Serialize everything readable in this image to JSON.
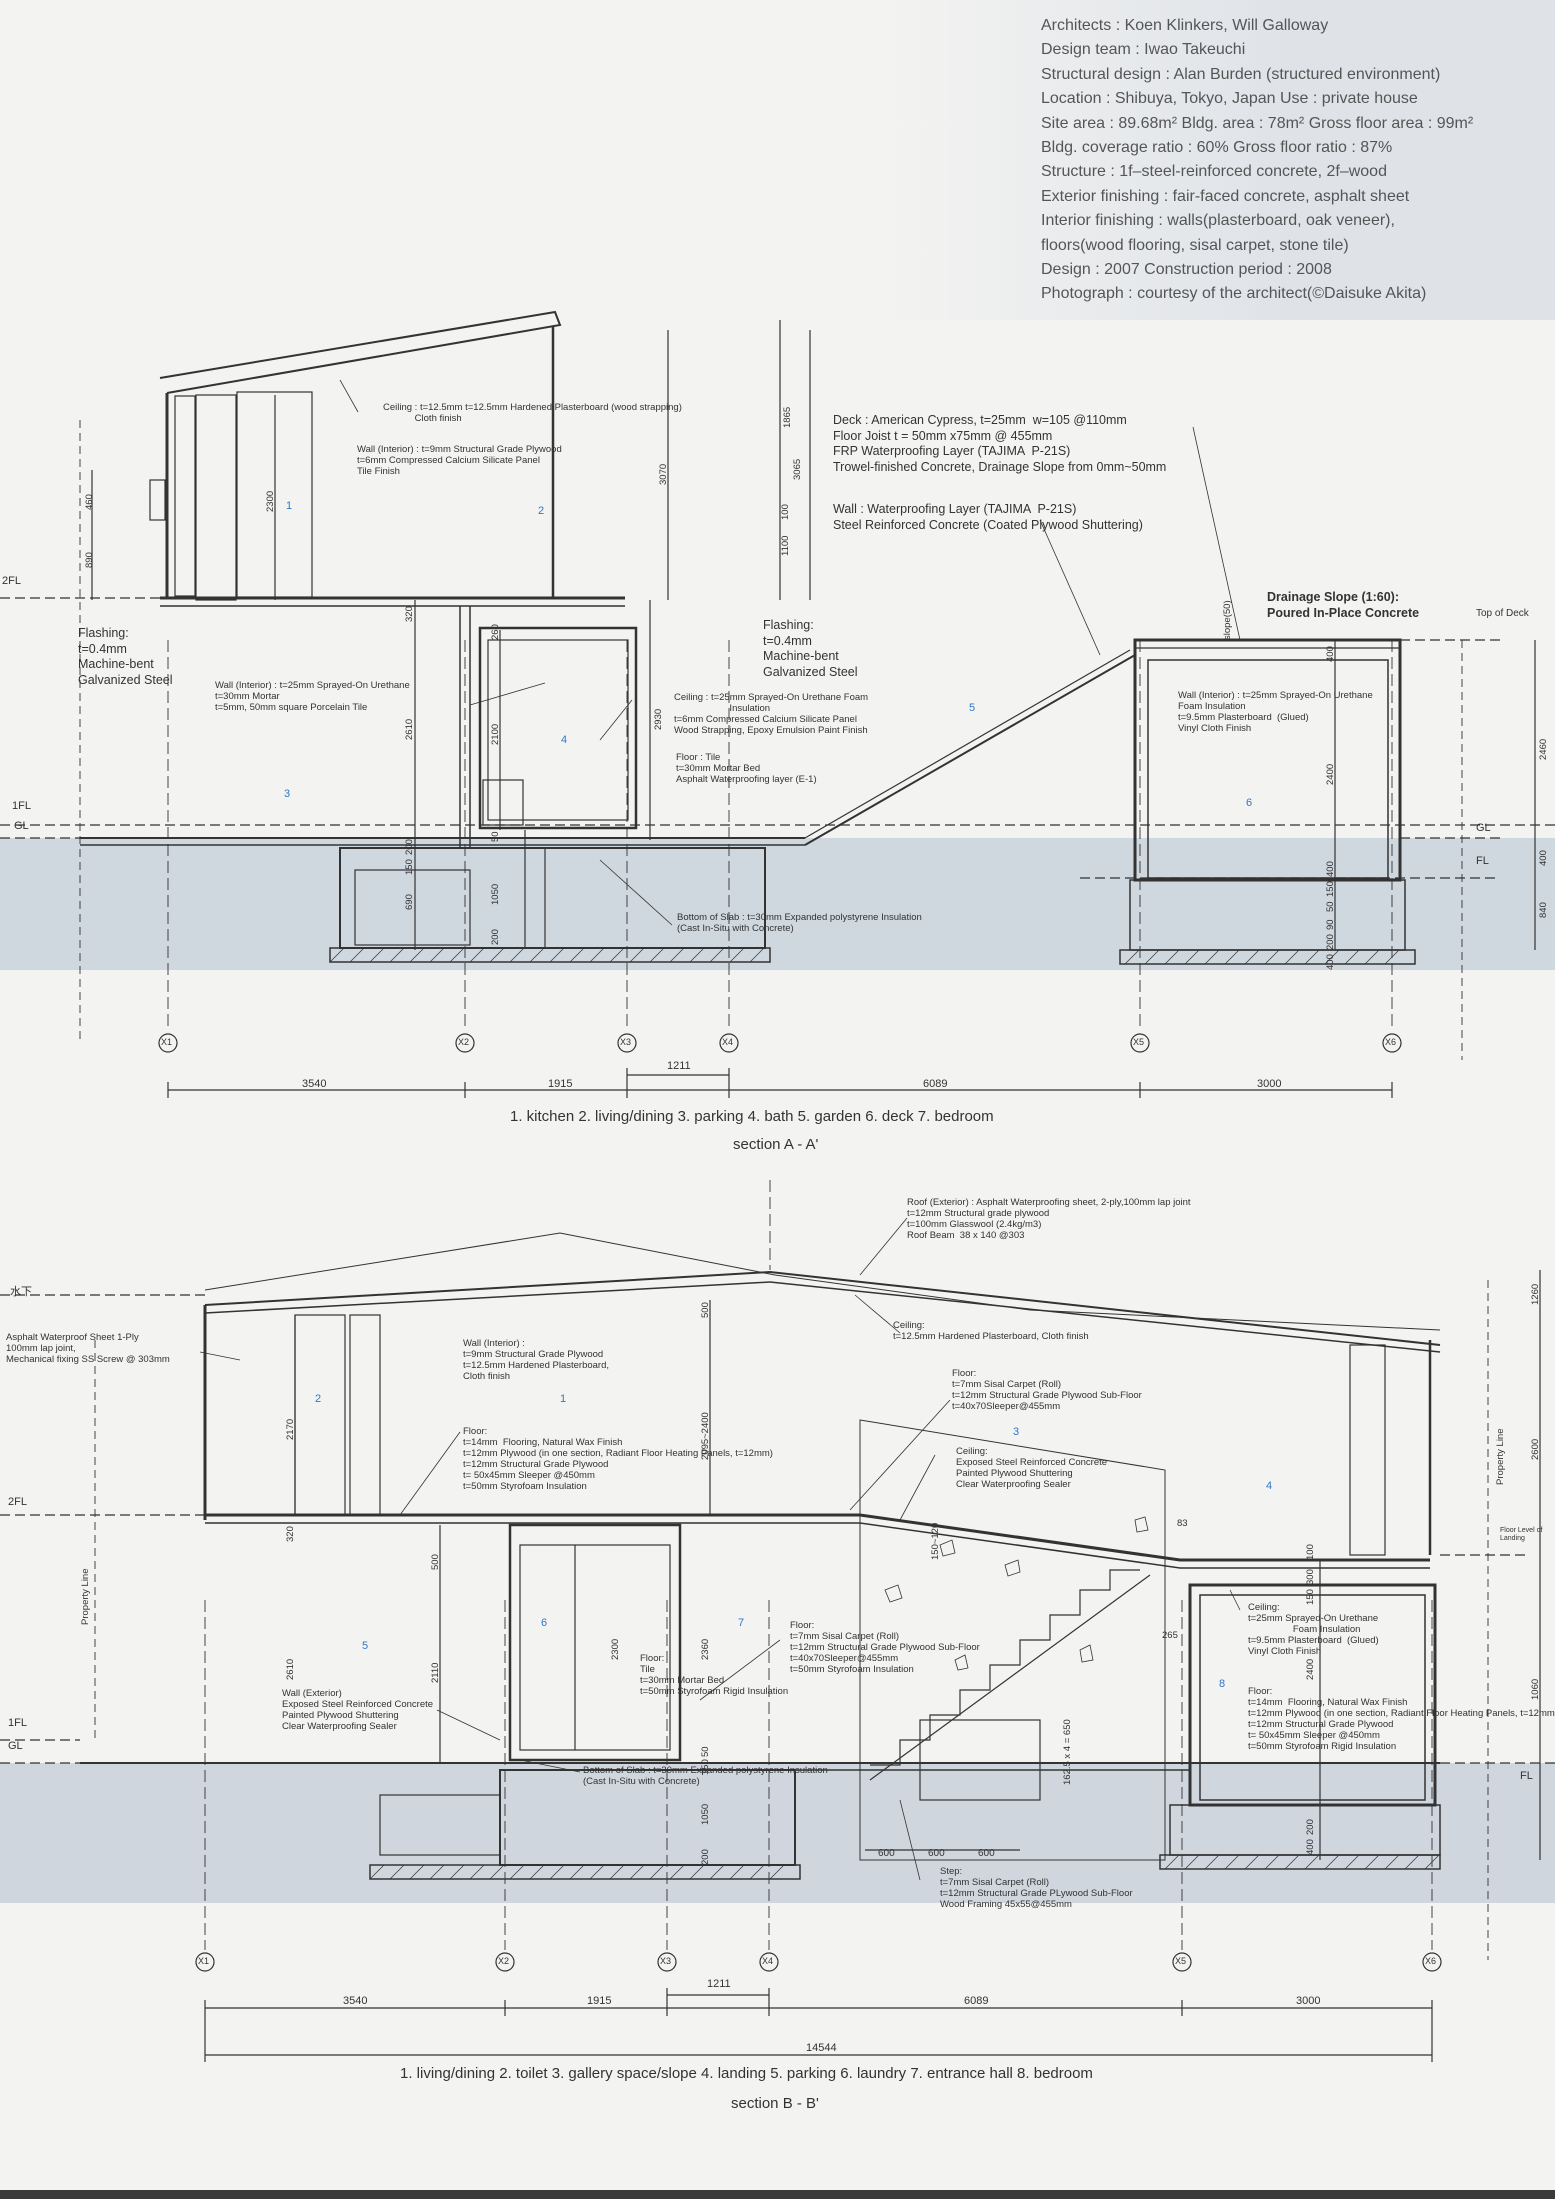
{
  "project_info": [
    "Architects : Koen Klinkers, Will Galloway",
    "Design team : Iwao Takeuchi",
    "Structural design : Alan Burden (structured environment)",
    "Location : Shibuya, Tokyo, Japan   Use : private house",
    "Site area : 89.68m²   Bldg. area : 78m²   Gross floor area : 99m²",
    "Bldg. coverage ratio : 60%   Gross floor ratio : 87%",
    "Structure : 1f–steel-reinforced concrete, 2f–wood",
    "Exterior finishing : fair-faced concrete, asphalt sheet",
    "Interior finishing : walls(plasterboard, oak veneer),",
    "floors(wood flooring, sisal carpet, stone tile)",
    "Design : 2007   Construction period : 2008",
    "Photograph : courtesy of the architect(©Daisuke Akita)"
  ],
  "section_a": {
    "caption": "section A - A'",
    "legend": "1. kitchen   2. living/dining   3. parking   4. bath   5. garden   6. deck   7. bedroom",
    "rooms": [
      "1",
      "2",
      "3",
      "4",
      "5",
      "6"
    ],
    "grid_labels": [
      "X1",
      "X2",
      "X3",
      "X4",
      "X5",
      "X6"
    ],
    "bottom_dims": [
      "3540",
      "1915",
      "1211",
      "6089",
      "3000"
    ],
    "level_labels": [
      "2FL",
      "1FL",
      "GL",
      "Top of Deck",
      "GL",
      "FL"
    ],
    "vertical_dims": [
      "460",
      "890",
      "2300",
      "3070",
      "1865",
      "3065",
      "100",
      "1100",
      "320",
      "260",
      "2100",
      "2930",
      "2610",
      "200",
      "150",
      "690",
      "50",
      "1050",
      "200",
      "400",
      "2400",
      "400",
      "150",
      "50",
      "90",
      "200",
      "400",
      "2460",
      "400",
      "840",
      "slope(50)"
    ],
    "notes": {
      "ceiling": "Ceiling : t=12.5mm t=12.5mm Hardened Plasterboard (wood strapping)\n            Cloth finish",
      "wall_interior_upper": "Wall (Interior) : t=9mm Structural Grade Plywood\nt=6mm Compressed Calcium Silicate Panel\nTile Finish",
      "flashing_left": "Flashing:\nt=0.4mm\nMachine-bent\nGalvanized Steel",
      "wall_interior_lower": "Wall (Interior) : t=25mm Sprayed-On Urethane\nt=30mm Mortar\nt=5mm, 50mm square Porcelain Tile",
      "flashing_mid": "Flashing:\nt=0.4mm\nMachine-bent\nGalvanized Steel",
      "ceiling_bath": "Ceiling : t=25mm Sprayed-On Urethane Foam\n                     Insulation\nt=6mm Compressed Calcium Silicate Panel\nWood Strapping, Epoxy Emulsion Paint Finish",
      "floor_bath": "Floor : Tile\nt=30mm Mortar Bed\nAsphalt Waterproofing layer (E-1)",
      "deck": "Deck : American Cypress, t=25mm  w=105 @110mm\nFloor Joist t = 50mm x75mm @ 455mm\nFRP Waterproofing Layer (TAJIMA  P-21S)\nTrowel-finished Concrete, Drainage Slope from 0mm~50mm",
      "wall_waterproof": "Wall : Waterproofing Layer (TAJIMA  P-21S)\nSteel Reinforced Concrete (Coated Plywood Shuttering)",
      "drainage": "Drainage Slope (1:60):\nPoured In-Place Concrete",
      "wall_bedroom": "Wall (Interior) : t=25mm Sprayed-On Urethane\nFoam Insulation\nt=9.5mm Plasterboard  (Glued)\nVinyl Cloth Finish",
      "slab": "Bottom of Slab : t=30mm Expanded polystyrene Insulation\n(Cast In-Situ with Concrete)"
    }
  },
  "section_b": {
    "caption": "section B - B'",
    "legend": "1. living/dining   2. toilet   3. gallery space/slope   4. landing   5. parking   6. laundry   7. entrance hall   8. bedroom",
    "rooms": [
      "1",
      "2",
      "3",
      "4",
      "5",
      "6",
      "7",
      "8"
    ],
    "grid_labels": [
      "X1",
      "X2",
      "X3",
      "X4",
      "X5",
      "X6"
    ],
    "bottom_dims": [
      "3540",
      "1915",
      "1211",
      "6089",
      "3000",
      "14544"
    ],
    "stair_dims": [
      "600",
      "600",
      "600",
      "162.5 x 4 = 650"
    ],
    "level_labels": [
      "水下",
      "2FL",
      "1FL",
      "GL",
      "FL",
      "Property Line",
      "Property Line",
      "Floor Level of Landing"
    ],
    "vertical_dims": [
      "2170",
      "500",
      "2095~2400",
      "320",
      "500",
      "2610",
      "2110",
      "2300",
      "2360",
      "50",
      "150",
      "1050",
      "200",
      "150~120",
      "100",
      "300",
      "150",
      "265",
      "2400",
      "200",
      "400",
      "1260",
      "2600",
      "1060",
      "83"
    ],
    "notes": {
      "roof": "Roof (Exterior) : Asphalt Waterproofing sheet, 2-ply,100mm lap joint\nt=12mm Structural grade plywood\nt=100mm Glasswool (2.4kg/m3)\nRoof Beam  38 x 140 @303",
      "asphalt": "Asphalt Waterproof Sheet 1-Ply\n100mm lap joint,\nMechanical fixing SS Screw @ 303mm",
      "ceiling": "Ceiling:\nt=12.5mm Hardened Plasterboard, Cloth finish",
      "wall_interior": "Wall (Interior) :\nt=9mm Structural Grade Plywood\nt=12.5mm Hardened Plasterboard,\nCloth finish",
      "floor_upper": "Floor:\nt=7mm Sisal Carpet (Roll)\nt=12mm Structural Grade Plywood Sub-Floor\nt=40x70Sleeper@455mm",
      "ceiling_gallery": "Ceiling:\nExposed Steel Reinforced Concrete\nPainted Plywood Shuttering\nClear Waterproofing Sealer",
      "floor_2f": "Floor:\nt=14mm  Flooring, Natural Wax Finish\nt=12mm Plywood (in one section, Radiant Floor Heating Panels, t=12mm)\nt=12mm Structural Grade Plywood\nt= 50x45mm Sleeper @450mm\nt=50mm Styrofoam Insulation",
      "floor_entrance": "Floor:\nt=7mm Sisal Carpet (Roll)\nt=12mm Structural Grade Plywood Sub-Floor\nt=40x70Sleeper@455mm\nt=50mm Styrofoam Insulation",
      "floor_tile": "Floor:\nTile\nt=30mm Mortar Bed\nt=50mm Styrofoam Rigid Insulation",
      "wall_exterior": "Wall (Exterior)\nExposed Steel Reinforced Concrete\nPainted Plywood Shuttering\nClear Waterproofing Sealer",
      "slab": "Bottom of Slab : t=30mm Expanded polystyrene Insulation\n(Cast In-Situ with Concrete)",
      "ceiling_bedroom": "Ceiling:\nt=25mm Sprayed-On Urethane\n                 Foam Insulation\nt=9.5mm Plasterboard  (Glued)\nVinyl Cloth Finish",
      "floor_bedroom": "Floor:\nt=14mm  Flooring, Natural Wax Finish\nt=12mm Plywood (in one section, Radiant Floor Heating Panels, t=12mm)\nt=12mm Structural Grade Plywood\nt= 50x45mm Sleeper @450mm\nt=50mm Styrofoam Rigid Insulation",
      "step": "Step:\nt=7mm Sisal Carpet (Roll)\nt=12mm Structural Grade PLywood Sub-Floor\nWood Framing 45x55@455mm"
    }
  }
}
